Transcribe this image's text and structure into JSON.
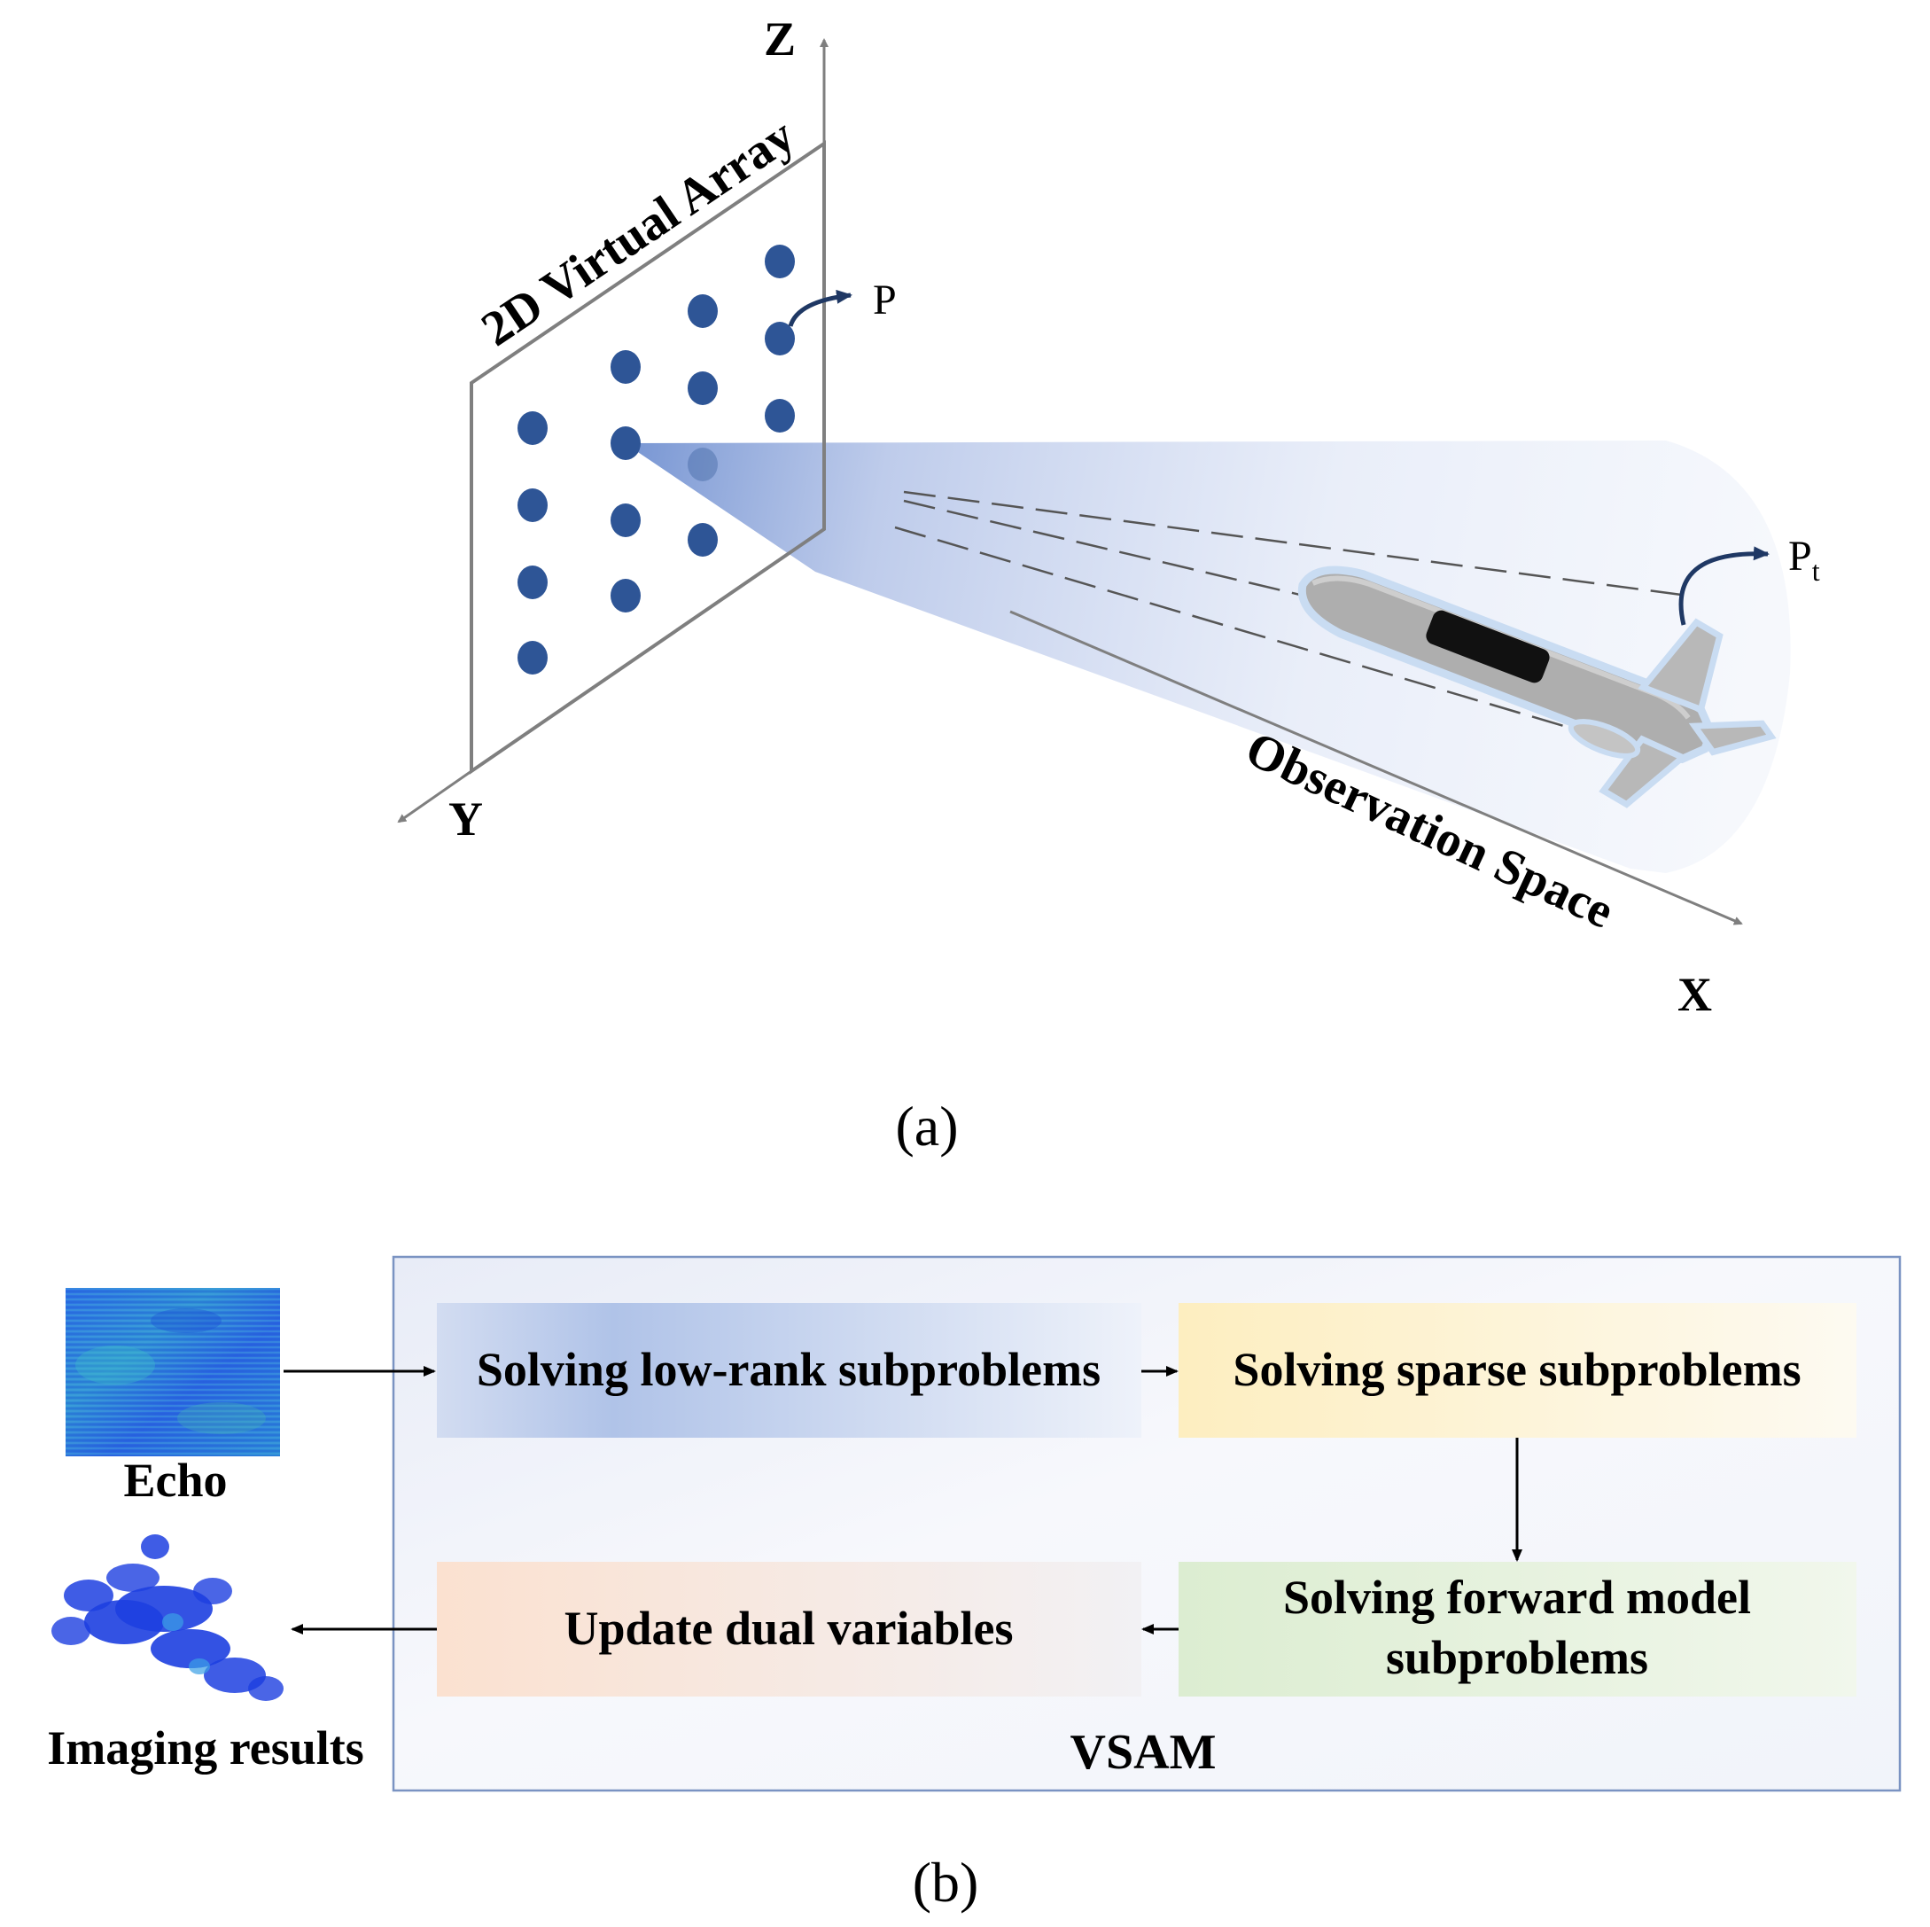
{
  "panel_a": {
    "caption": "(a)",
    "axes": {
      "z": "Z",
      "y": "Y",
      "x": "X"
    },
    "array_label": "2D Virtual Array",
    "space_label": "Observation Space",
    "point_label": "P",
    "target_label": {
      "base": "P",
      "sub": "t"
    },
    "colors": {
      "element": "#2e5596",
      "beam": "#a9bde3",
      "axis": "#7f7f7f",
      "arrow": "#1f3864"
    }
  },
  "panel_b": {
    "caption": "(b)",
    "input_label": "Echo",
    "output_label": "Imaging results",
    "container_label": "VSAM",
    "steps": {
      "low_rank": "Solving low-rank subproblems",
      "sparse": "Solving sparse subproblems",
      "forward_line1": "Solving forward model",
      "forward_line2": "subproblems",
      "dual": "Update dual variables"
    },
    "colors": {
      "low_rank": "#b0c4e8",
      "sparse": "#fdefc4",
      "forward": "#dff0d4",
      "dual": "#fbe3d4",
      "frame": "#7a93c2"
    }
  }
}
